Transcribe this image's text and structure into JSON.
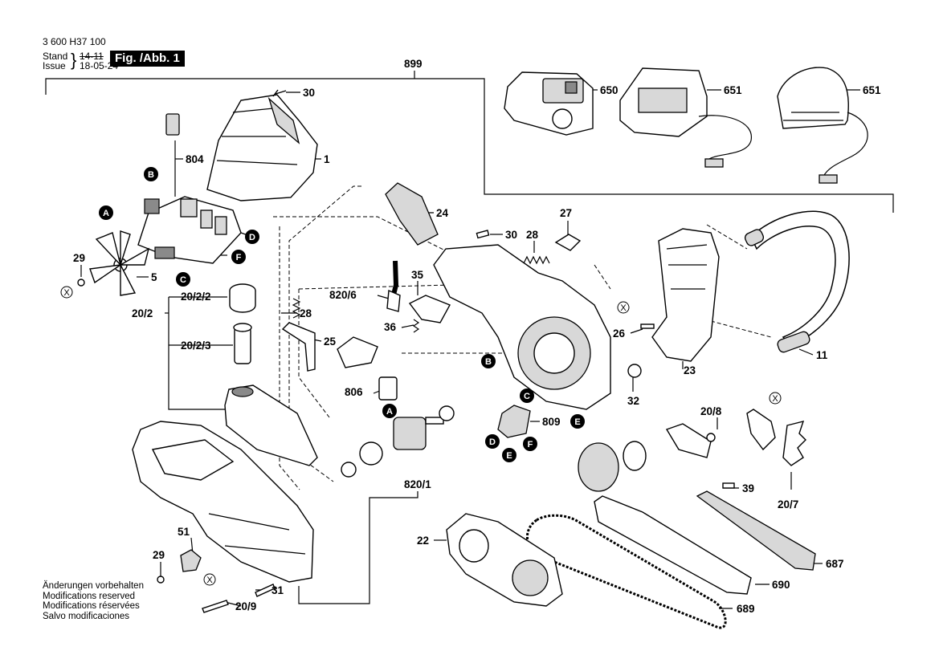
{
  "header": {
    "doc_number": "3 600 H37 100",
    "stand_label": "Stand",
    "issue_label": "Issue",
    "stand_value": "14-11",
    "issue_value": "18-05-24",
    "figure_label": "Fig. /Abb. 1"
  },
  "notes": [
    "Änderungen vorbehalten",
    "Modifications reserved",
    "Modifications réservées",
    "Salvo modificaciones"
  ],
  "part_labels": {
    "p899": "899",
    "p30a": "30",
    "p804": "804",
    "p1": "1",
    "p650": "650",
    "p651a": "651",
    "p651b": "651",
    "p24": "24",
    "p27": "27",
    "p30b": "30",
    "p28a": "28",
    "p29a": "29",
    "p5": "5",
    "p820_6": "820/6",
    "p35": "35",
    "p20_2_2": "20/2/2",
    "p28b": "28",
    "p20_2": "20/2",
    "p36": "36",
    "p25": "25",
    "p26": "26",
    "p20_2_3": "20/2/3",
    "p11": "11",
    "p23": "23",
    "p806": "806",
    "p32": "32",
    "p809": "809",
    "p20_8": "20/8",
    "p39": "39",
    "p20_7": "20/7",
    "p820_1": "820/1",
    "p22": "22",
    "p687": "687",
    "p51": "51",
    "p29b": "29",
    "p690": "690",
    "p31": "31",
    "p20_9": "20/9",
    "p689": "689"
  },
  "callouts": {
    "B1": "B",
    "A1": "A",
    "D1": "D",
    "F1": "F",
    "C1": "C",
    "B2": "B",
    "C2": "C",
    "E1": "E",
    "A2": "A",
    "D2": "D",
    "E2": "E",
    "F2": "F"
  },
  "xrefs": {
    "x1": "X",
    "x2": "X",
    "x3": "X",
    "x4": "X"
  }
}
